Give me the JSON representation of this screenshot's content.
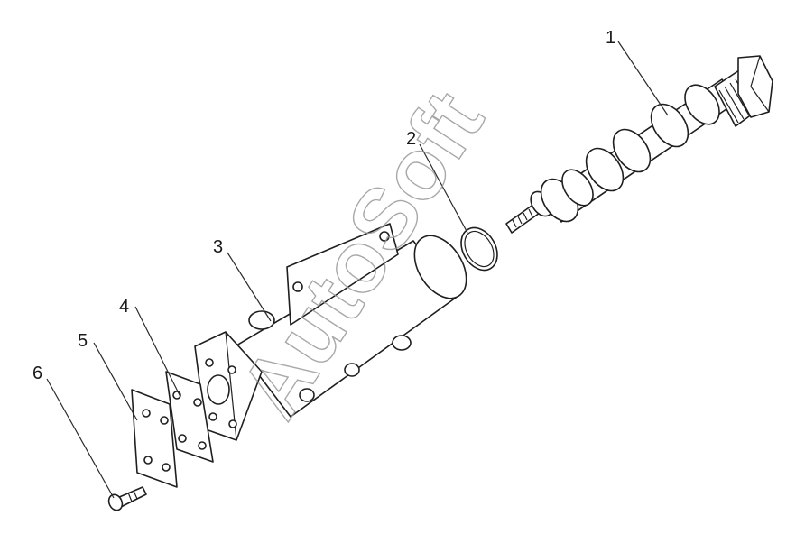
{
  "diagram": {
    "callouts": [
      {
        "id": "1",
        "text": "1"
      },
      {
        "id": "2",
        "text": "2"
      },
      {
        "id": "3",
        "text": "3"
      },
      {
        "id": "4",
        "text": "4"
      },
      {
        "id": "5",
        "text": "5"
      },
      {
        "id": "6",
        "text": "6"
      }
    ],
    "watermark": "AutoSoft"
  },
  "colors": {
    "line": "#1f1f1f",
    "watermark": "#9a9a9a",
    "background": "#ffffff"
  }
}
